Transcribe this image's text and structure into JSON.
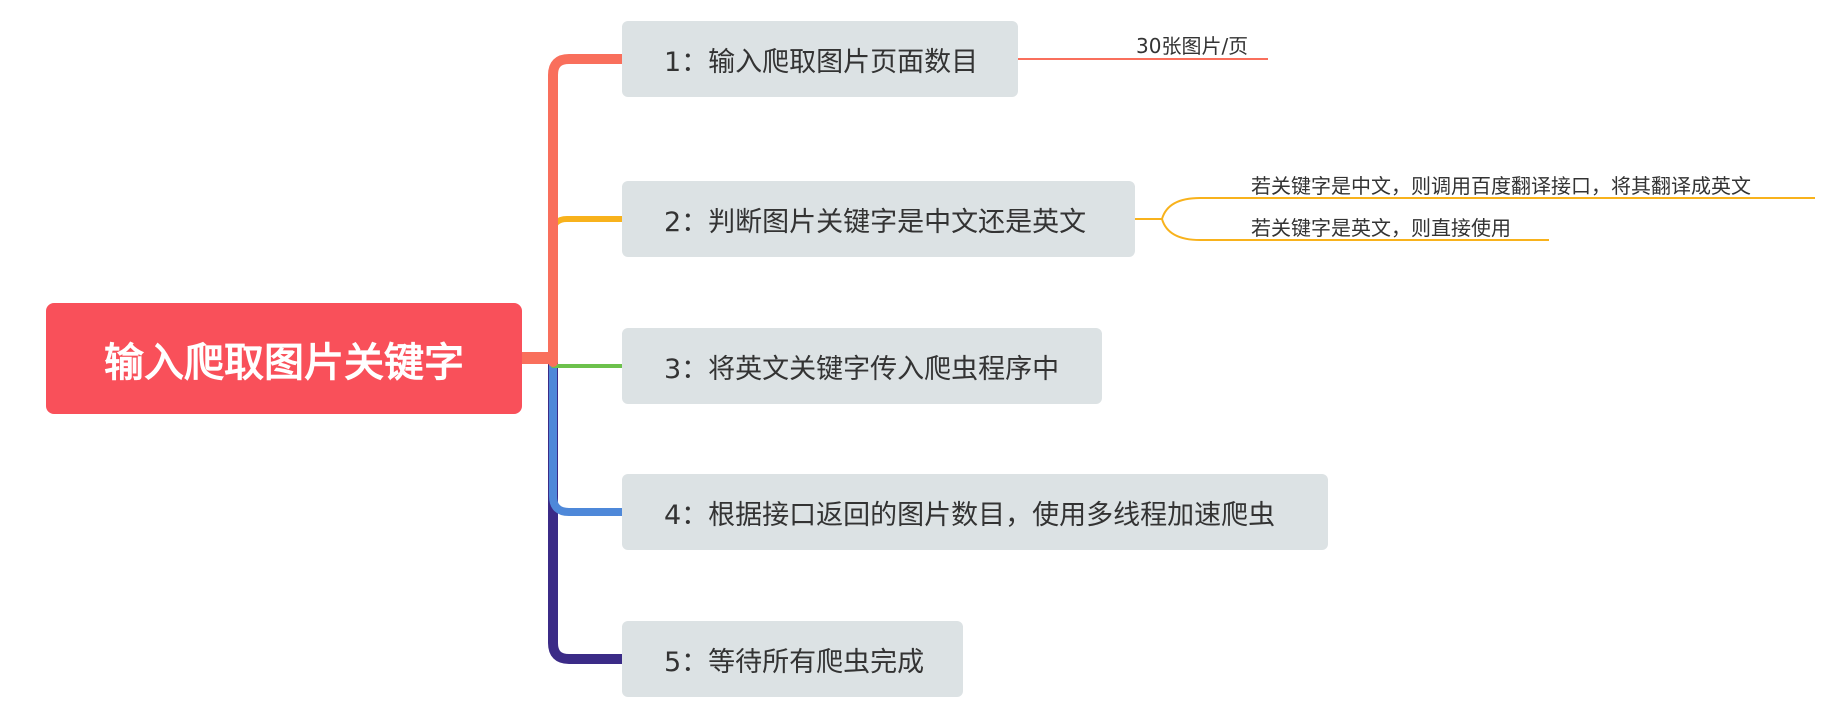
{
  "root": {
    "label": "输入爬取图片关键字",
    "color": "#F9505A"
  },
  "steps": [
    {
      "label": "1：输入爬取图片页面数目",
      "branch_color": "#F96F5C",
      "notes": [
        "30张图片/页"
      ]
    },
    {
      "label": "2：判断图片关键字是中文还是英文",
      "branch_color": "#F8B21C",
      "notes": [
        "若关键字是中文，则调用百度翻译接口，将其翻译成英文",
        "若关键字是英文，则直接使用"
      ]
    },
    {
      "label": "3：将英文关键字传入爬虫程序中",
      "branch_color": "#6CC14C",
      "notes": []
    },
    {
      "label": "4：根据接口返回的图片数目，使用多线程加速爬虫",
      "branch_color": "#4E88D9",
      "notes": []
    },
    {
      "label": "5：等待所有爬虫完成",
      "branch_color": "#3B2B87",
      "notes": []
    }
  ],
  "node_fill": "#DCE2E4"
}
